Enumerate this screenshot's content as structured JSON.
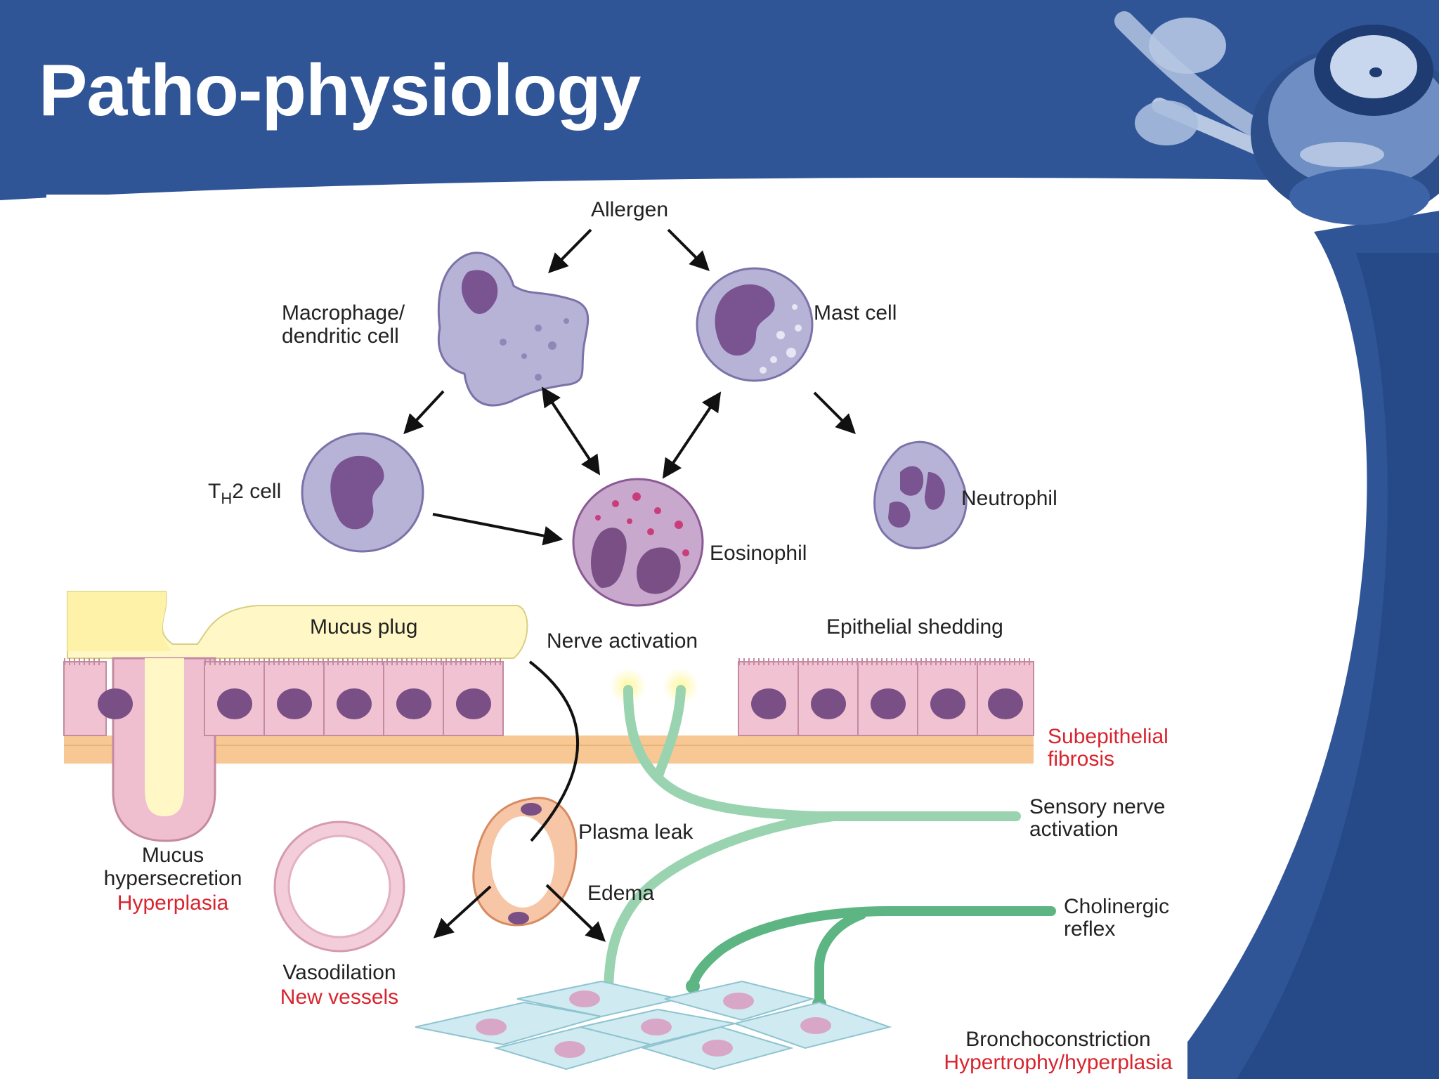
{
  "slide": {
    "title": "Patho-physiology",
    "colors": {
      "header_blue": "#2f5597",
      "dark_blue": "#1f3f7a",
      "red_label": "#d8242e"
    },
    "decor": "stethoscope-image"
  },
  "diagram": {
    "cells": {
      "allergen": "Allergen",
      "macrophage": [
        "Macrophage/",
        "dendritic cell"
      ],
      "mast_cell": "Mast cell",
      "th2_prefix": "T",
      "th2_sub": "H",
      "th2_suffix": "2 cell",
      "eosinophil": "Eosinophil",
      "neutrophil": "Neutrophil"
    },
    "airway": {
      "mucus_plug": "Mucus plug",
      "nerve_activation": "Nerve activation",
      "epithelial_shedding": "Epithelial shedding",
      "subepithelial_fibrosis": [
        "Subepithelial",
        "fibrosis"
      ],
      "mucus_hypersecretion": [
        "Mucus",
        "hypersecretion"
      ],
      "hyperplasia": "Hyperplasia",
      "plasma_leak": "Plasma leak",
      "edema": "Edema",
      "sensory_nerve": [
        "Sensory nerve",
        "activation"
      ],
      "cholinergic": [
        "Cholinergic",
        "reflex"
      ],
      "vasodilation": "Vasodilation",
      "new_vessels": "New vessels",
      "bronchoconstriction": "Bronchoconstriction",
      "hypertrophy": "Hypertrophy/hyperplasia"
    }
  }
}
